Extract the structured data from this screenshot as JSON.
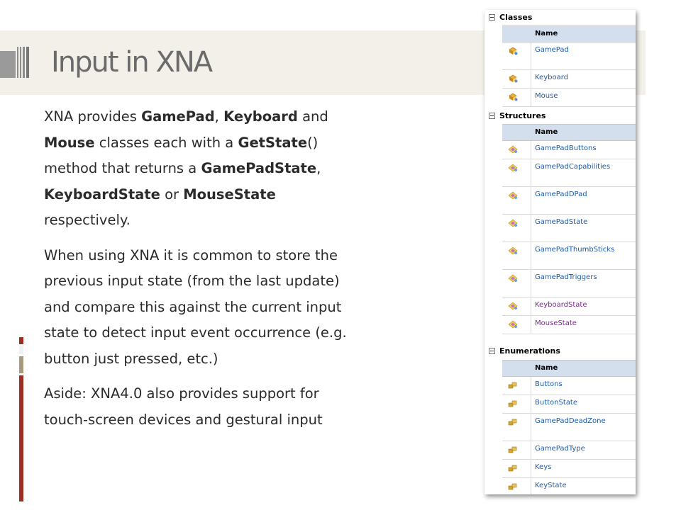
{
  "slide": {
    "title": "Input in XNA",
    "paragraphs": [
      [
        {
          "t": "XNA provides ",
          "b": false
        },
        {
          "t": "GamePad",
          "b": true
        },
        {
          "t": ", ",
          "b": false
        },
        {
          "t": "Keyboard",
          "b": true
        },
        {
          "t": " and ",
          "b": false
        },
        {
          "t": "Mouse",
          "b": true
        },
        {
          "t": " classes each with a ",
          "b": false
        },
        {
          "t": "GetState",
          "b": true
        },
        {
          "t": "() method that returns a ",
          "b": false
        },
        {
          "t": "GamePadState",
          "b": true
        },
        {
          "t": ", ",
          "b": false
        },
        {
          "t": "KeyboardState",
          "b": true
        },
        {
          "t": " or ",
          "b": false
        },
        {
          "t": "MouseState",
          "b": true
        },
        {
          "t": " respectively.",
          "b": false
        }
      ],
      [
        {
          "t": "When using XNA it is common to store the previous input state (from the last update) and compare this against the current input state to detect input event occurrence (e.g. button just pressed, etc.)",
          "b": false
        }
      ],
      [
        {
          "t": "Aside: XNA4.0 also provides support for touch-screen devices and gestural input",
          "b": false
        }
      ]
    ]
  },
  "doc_panel": {
    "column_header": "Name",
    "sections": [
      {
        "title": "Classes",
        "icon": "class-icon",
        "items": [
          {
            "label": "GamePad",
            "visited": false
          },
          {
            "label": "Keyboard",
            "visited": false
          },
          {
            "label": "Mouse",
            "visited": false
          }
        ]
      },
      {
        "title": "Structures",
        "icon": "structure-icon",
        "items": [
          {
            "label": "GamePadButtons",
            "visited": false
          },
          {
            "label": "GamePadCapabilities",
            "visited": false
          },
          {
            "label": "GamePadDPad",
            "visited": false
          },
          {
            "label": "GamePadState",
            "visited": false
          },
          {
            "label": "GamePadThumbSticks",
            "visited": false
          },
          {
            "label": "GamePadTriggers",
            "visited": false
          },
          {
            "label": "KeyboardState",
            "visited": true
          },
          {
            "label": "MouseState",
            "visited": true
          }
        ]
      },
      {
        "title": "Enumerations",
        "icon": "enumeration-icon",
        "items": [
          {
            "label": "Buttons",
            "visited": false
          },
          {
            "label": "ButtonState",
            "visited": false
          },
          {
            "label": "GamePadDeadZone",
            "visited": false
          },
          {
            "label": "GamePadType",
            "visited": false
          },
          {
            "label": "Keys",
            "visited": false
          },
          {
            "label": "KeyState",
            "visited": false
          }
        ]
      }
    ]
  },
  "colors": {
    "accent_red": "#9b2f22",
    "accent_tan": "#a59a7e",
    "title_gray": "#6b6b6b",
    "link_blue": "#1d5aa8",
    "link_visited": "#7b2a8c",
    "header_blue": "#d4dfee"
  }
}
